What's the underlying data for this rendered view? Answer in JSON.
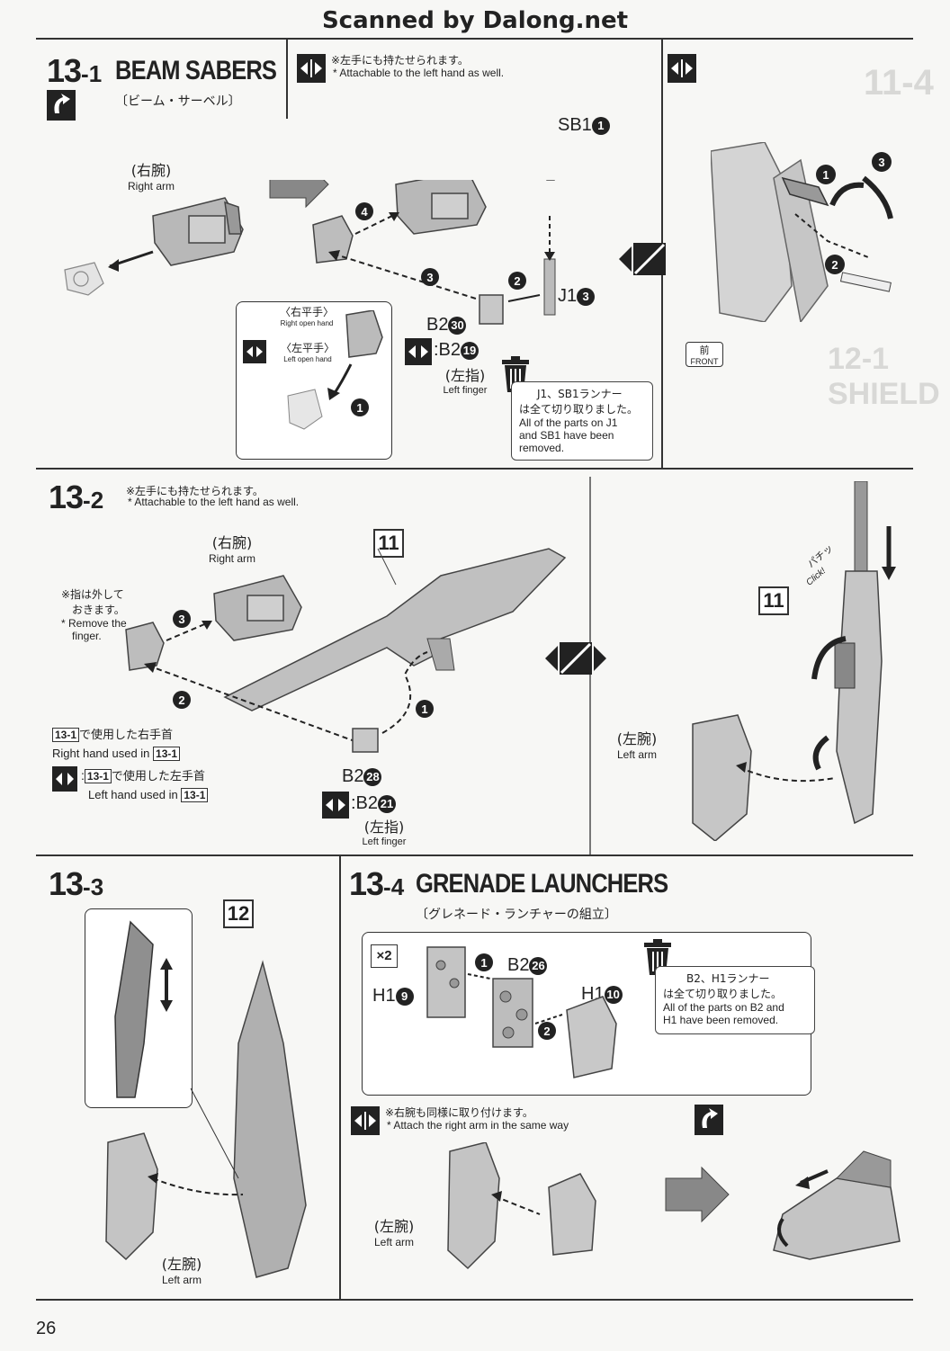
{
  "header": {
    "scan_credit": "Scanned by Dalong.net"
  },
  "page_number": "26",
  "steps": {
    "s13_1": {
      "num_big": "13",
      "num_small": "-1",
      "title": "BEAM SABERS",
      "subtitle_jp": "〔ビーム・サーベル〕",
      "note_jp": "※左手にも持たせられます。",
      "note_en": "* Attachable to the left hand as well.",
      "right_arm_jp": "(右腕)",
      "right_arm_en": "Right arm",
      "right_open_jp": "〈右平手〉",
      "right_open_en": "Right open hand",
      "left_open_jp": "〈左平手〉",
      "left_open_en": "Left open hand",
      "sb1": "SB1",
      "sb1_n": "1",
      "j1": "J1",
      "j1_n": "3",
      "b2": "B2",
      "b2_n": "30",
      "b2_left": ":B2",
      "b2_left_n": "19",
      "left_finger_jp": "(左指)",
      "left_finger_en": "Left finger",
      "runner_jp_1": "J1、SB1ランナー",
      "runner_jp_2": "は全て切り取りました。",
      "runner_en_1": "All of the parts on J1",
      "runner_en_2": "and SB1 have been",
      "runner_en_3": "removed.",
      "front_jp": "前",
      "front_en": "FRONT",
      "arrows": [
        "1",
        "2",
        "3",
        "4"
      ]
    },
    "s13_2": {
      "num_big": "13",
      "num_small": "-2",
      "note_jp": "※左手にも持たせられます。",
      "note_en": "* Attachable to the left hand as well.",
      "right_arm_jp": "(右腕)",
      "right_arm_en": "Right arm",
      "finger_jp_1": "※指は外して",
      "finger_jp_2": "おきます。",
      "finger_en_1": "* Remove the",
      "finger_en_2": "finger.",
      "box_num": "11",
      "used_ref": "13-1",
      "used_right_jp": "で使用した右手首",
      "used_right_en": "Right hand used in",
      "used_left_jp": "で使用した左手首",
      "used_left_en": "Left hand used in",
      "b2": "B2",
      "b2_n": "28",
      "b2_left": ":B2",
      "b2_left_n": "21",
      "left_finger_jp": "(左指)",
      "left_finger_en": "Left finger",
      "left_arm_jp": "(左腕)",
      "left_arm_en": "Left arm",
      "click": "Click!",
      "click_jp": "パチッ"
    },
    "s13_3": {
      "num_big": "13",
      "num_small": "-3",
      "box_num": "12",
      "left_arm_jp": "(左腕)",
      "left_arm_en": "Left arm"
    },
    "s13_4": {
      "num_big": "13",
      "num_small": "-4",
      "title": "GRENADE LAUNCHERS",
      "subtitle_jp": "〔グレネード・ランチャーの組立〕",
      "qty": "×2",
      "h1_a": "H1",
      "h1_a_n": "9",
      "b2": "B2",
      "b2_n": "26",
      "h1_b": "H1",
      "h1_b_n": "10",
      "runner_jp_1": "B2、H1ランナー",
      "runner_jp_2": "は全て切り取りました。",
      "runner_en_1": "All of the parts on B2 and",
      "runner_en_2": "H1 have been removed.",
      "note_jp": "※右腕も同様に取り付けます。",
      "note_en": "* Attach the right arm in the same way",
      "left_arm_jp": "(左腕)",
      "left_arm_en": "Left arm"
    }
  },
  "colors": {
    "ink": "#222222",
    "paper": "#f7f7f5",
    "part_gray": "#9a9a9a",
    "ghost": "#d8d8d6"
  }
}
